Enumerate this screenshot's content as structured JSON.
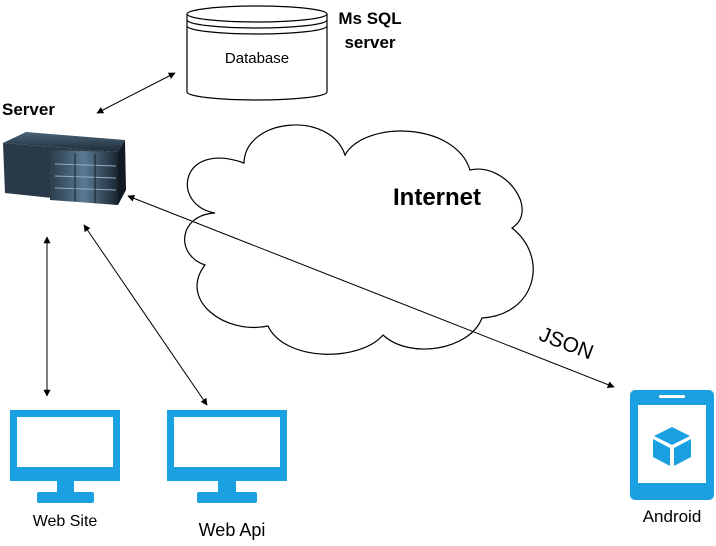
{
  "database": {
    "label": "Database",
    "caption_line1": "Ms SQL",
    "caption_line2": "server"
  },
  "server": {
    "label": "Server"
  },
  "cloud": {
    "label": "Internet"
  },
  "link_label": "JSON",
  "clients": {
    "website": {
      "label": "Web Site"
    },
    "webapi": {
      "label": "Web Api"
    },
    "android": {
      "label": "Android"
    }
  },
  "colors": {
    "device": "#1BA1E2",
    "line": "#000000",
    "server_body": "#1c2a36"
  },
  "icons": {
    "monitor": "monitor-icon",
    "tablet": "tablet-icon",
    "cube": "cube-icon",
    "server": "server-rack-icon"
  }
}
